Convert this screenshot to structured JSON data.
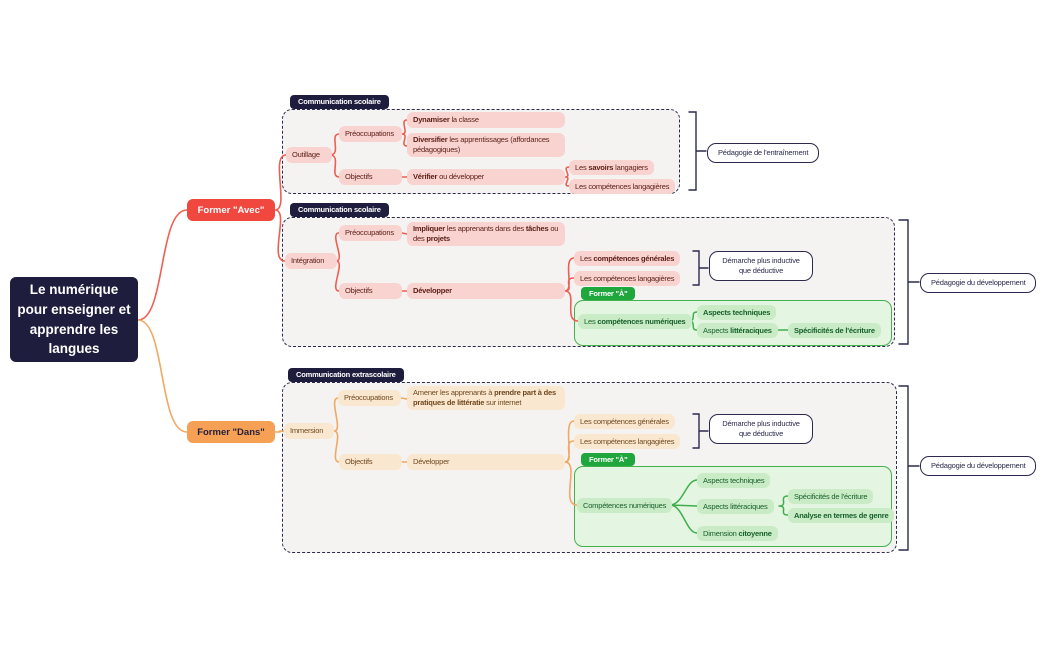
{
  "colors": {
    "navy": "#1e1d3d",
    "red_accent": "#f0473f",
    "red_line": "#ee5f53",
    "pink_node_bg": "#f8d3d0",
    "pink_node_text": "#5d2016",
    "orange_accent": "#f5a054",
    "orange_line": "#f2a862",
    "cream_node_bg": "#fae7d0",
    "cream_node_text": "#6f481d",
    "green_accent": "#1fa73d",
    "green_border": "#44b14c",
    "green_box_bg": "#e4f5e1",
    "green_pill_bg": "#c9ebc6",
    "green_pill_text": "#17602a",
    "group_bg": "#f4f3f2"
  },
  "root": {
    "label": "Le numérique pour enseigner et apprendre les langues"
  },
  "branch_avec": {
    "label": "Former \"Avec\""
  },
  "branch_dans": {
    "label": "Former \"Dans\""
  },
  "group1": {
    "title": "Communication scolaire",
    "outillage": "Outillage",
    "preoccupations": "Préoccupations",
    "objectifs": "Objectifs",
    "dynamiser_b": "Dynamiser",
    "dynamiser_r": " la classe",
    "diversifier_b": "Diversifier",
    "diversifier_r": " les apprentissages (affordances pédagogiques)",
    "verifier_b": "Vérifier",
    "verifier_r": " ou développer",
    "savoirs_r1": "Les ",
    "savoirs_b": "savoirs",
    "savoirs_r2": " langagiers",
    "competences_langagieres": "Les compétences langagières",
    "pedagogie": "Pédagogie de l'entraînement"
  },
  "group2": {
    "title": "Communication scolaire",
    "integration": "Intégration",
    "preoccupations": "Préoccupations",
    "objectifs": "Objectifs",
    "impliquer_b1": "Impliquer",
    "impliquer_r1": " les apprenants dans des ",
    "impliquer_b2": "tâches",
    "impliquer_r2": " ou des ",
    "impliquer_b3": "projets",
    "developper": "Développer",
    "comp_generales_r": "Les ",
    "comp_generales_b": "compétences générales",
    "comp_langagieres": "Les compétences langagières",
    "demarche": "Démarche plus inductive que déductive",
    "former_a": "Former \"À\"",
    "comp_numeriques_r": "Les ",
    "comp_numeriques_b": "compétences numériques",
    "aspects_techniques": "Aspects techniques",
    "aspects_litteraciques_r": "Aspects ",
    "aspects_litteraciques_b": "littéraciques",
    "specificites": "Spécificités de l'écriture",
    "pedagogie": "Pédagogie du développement"
  },
  "group3": {
    "title": "Communication extrascolaire",
    "immersion": "Immersion",
    "preoccupations": "Préoccupations",
    "objectifs": "Objectifs",
    "amener_r1": "Amener les apprenants à ",
    "amener_b": "prendre part à des pratiques de littératie",
    "amener_r2": " sur internet",
    "developper": "Développer",
    "comp_generales": "Les compétences générales",
    "comp_langagieres": "Les compétences langagières",
    "demarche": "Démarche plus inductive que déductive",
    "former_a": "Former \"À\"",
    "comp_numeriques": "Compétences numériques",
    "aspects_techniques": "Aspects techniques",
    "aspects_litteraciques": "Aspects littéraciques",
    "specificites": "Spécificités de l'écriture",
    "analyse_genre": "Analyse en termes de genre",
    "dimension_r": "Dimension ",
    "dimension_b": "citoyenne",
    "pedagogie": "Pédagogie du développement"
  }
}
